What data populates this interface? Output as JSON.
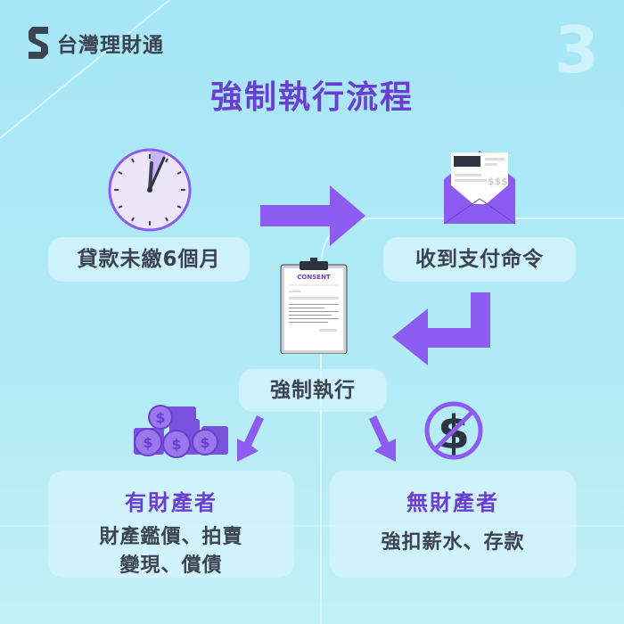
{
  "brand": {
    "name": "台灣理財通",
    "logo_icon": "s-logo-icon"
  },
  "page_number": "3",
  "title": "強制執行流程",
  "colors": {
    "accent": "#6a3fd0",
    "arrow": "#8c5cf0",
    "text": "#3d4451",
    "background": "#a6e6f6"
  },
  "steps": [
    {
      "label": "貸款未繳6個月",
      "icon": "clock-icon"
    },
    {
      "label": "收到支付命令",
      "icon": "envelope-invoice-icon"
    },
    {
      "label": "強制執行",
      "icon": "clipboard-consent-icon",
      "clipboard_header": "CONSENT"
    }
  ],
  "branches": [
    {
      "title": "有財產者",
      "lines": [
        "財產鑑價、拍賣",
        "變現、償債"
      ],
      "icon": "coin-stacks-icon"
    },
    {
      "title": "無財產者",
      "lines": [
        "強扣薪水、存款"
      ],
      "icon": "no-money-icon"
    }
  ],
  "envelope_text": "$$$"
}
